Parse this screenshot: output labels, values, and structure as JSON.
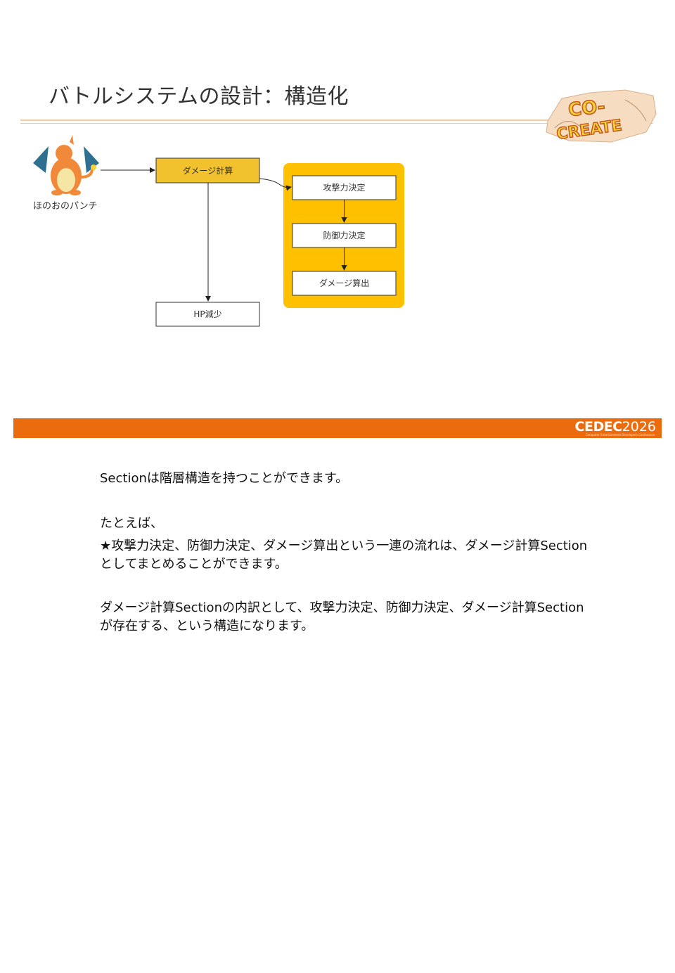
{
  "slide": {
    "title": "バトルシステムの設計：構造化",
    "logo_text_top": "CO-",
    "logo_text_bottom": "CREATE",
    "character_caption": "ほのおのパンチ",
    "diagram": {
      "damage_calc": "ダメージ計算",
      "hp_decrease": "HP減少",
      "attack": "攻撃力決定",
      "defense": "防御力決定",
      "damage_output": "ダメージ算出"
    },
    "footer": {
      "brand": "CEDEC",
      "year": "2026",
      "subtitle": "Computer Entertainment Developers Conference"
    }
  },
  "notes": {
    "line1": "Sectionは階層構造を持つことができます。",
    "line2": "たとえば、",
    "line3": "★攻撃力決定、防御力決定、ダメージ算出という一連の流れは、ダメージ計算Sectionとしてまとめることができます。",
    "line4": "ダメージ計算Sectionの内訳として、攻撃力決定、防御力決定、ダメージ計算Sectionが存在する、という構造になります。"
  },
  "colors": {
    "accent_orange": "#ea6c0e",
    "box_gold": "#f2c12e",
    "group_yellow": "#ffc000"
  }
}
